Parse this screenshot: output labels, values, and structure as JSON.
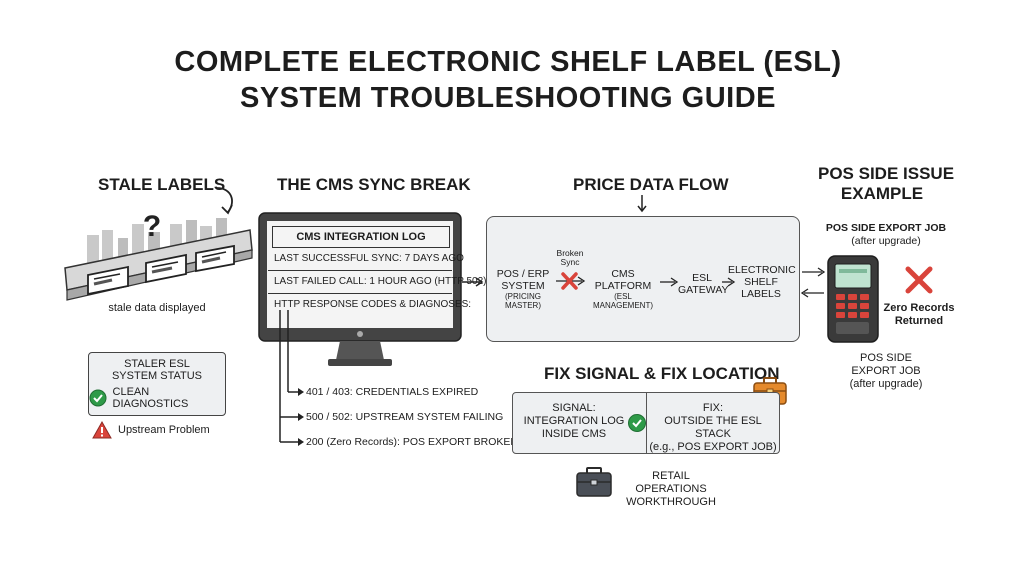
{
  "title": {
    "line1": "COMPLETE ELECTRONIC SHELF LABEL (ESL)",
    "line2": "SYSTEM TROUBLESHOOTING GUIDE"
  },
  "stale_labels": {
    "heading": "STALE LABELS",
    "question_mark": "?",
    "caption": "stale data displayed"
  },
  "status_box": {
    "title_line1": "STALER ESL",
    "title_line2": "SYSTEM STATUS",
    "diagnostics": "CLEAN DIAGNOSTICS"
  },
  "upstream_problem": "Upstream Problem",
  "cms_sync": {
    "heading": "THE CMS SYNC BREAK",
    "log_title": "CMS INTEGRATION LOG",
    "log_lines": [
      "LAST SUCCESSFUL SYNC: 7 DAYS AGO",
      "LAST FAILED CALL: 1 HOUR AGO (HTTP 502)",
      "HTTP RESPONSE CODES & DIAGNOSES:"
    ],
    "codes": [
      "401 / 403: CREDENTIALS EXPIRED",
      "500 / 502: UPSTREAM SYSTEM FAILING",
      "200 (Zero Records): POS EXPORT BROKEN"
    ]
  },
  "price_flow": {
    "heading": "PRICE DATA FLOW",
    "broken_sync": "Broken Sync",
    "nodes": [
      {
        "label": "POS / ERP SYSTEM",
        "sub": "(PRICING MASTER)"
      },
      {
        "label": "CMS PLATFORM",
        "sub": "(ESL MANAGEMENT)"
      },
      {
        "label": "ESL GATEWAY",
        "sub": ""
      },
      {
        "label": "ELECTRONIC SHELF LABELS",
        "sub": ""
      }
    ]
  },
  "pos_issue": {
    "heading_line1": "POS SIDE ISSUE",
    "heading_line2": "EXAMPLE",
    "top_label_line1": "POS SIDE EXPORT JOB",
    "top_label_line2": "(after upgrade)",
    "zero_line1": "Zero Records",
    "zero_line2": "Returned",
    "bottom_line1": "POS SIDE",
    "bottom_line2": "EXPORT JOB",
    "bottom_line3": "(after upgrade)"
  },
  "fix": {
    "heading": "FIX SIGNAL & FIX LOCATION",
    "signal_line1": "SIGNAL:",
    "signal_line2": "INTEGRATION LOG",
    "signal_line3": "INSIDE CMS",
    "fix_line1": "FIX:",
    "fix_line2": "OUTSIDE THE ESL STACK",
    "fix_line3": "(e.g., POS EXPORT JOB)"
  },
  "retail_ops": {
    "line1": "RETAIL OPERATIONS",
    "line2": "WORKTHROUGH"
  },
  "colors": {
    "panel_bg": "#eef0f2",
    "dark": "#2b2b2b",
    "red": "#d9443b",
    "green": "#2e9a48",
    "orange": "#e58a2c"
  }
}
